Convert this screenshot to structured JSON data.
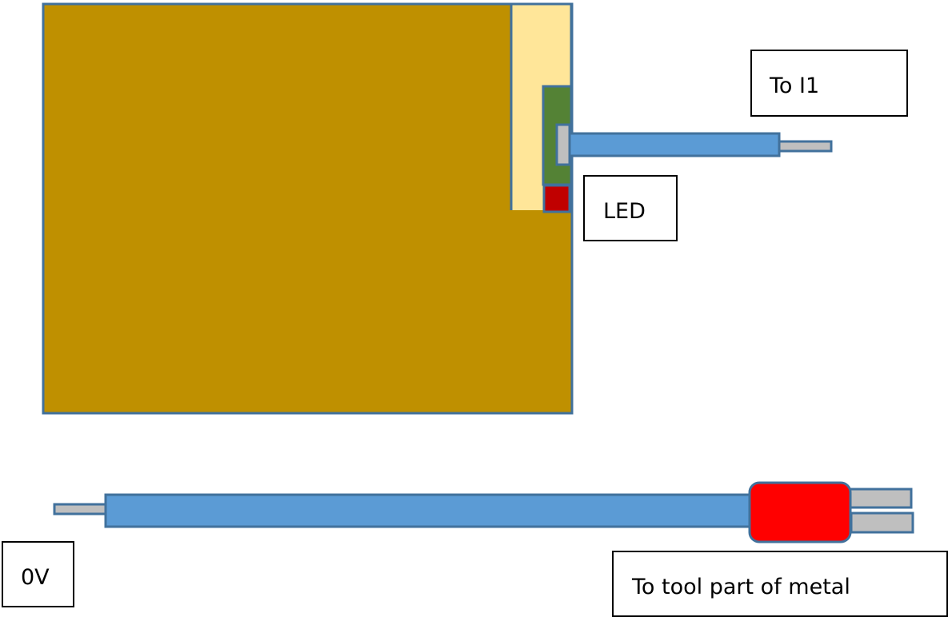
{
  "labels": {
    "to_i1": "To I1",
    "led": "LED",
    "zero_v": "0V",
    "tool": "To tool part of metal"
  },
  "colors": {
    "board": "#bf9000",
    "board_inset": "#ffe699",
    "green_component": "#548235",
    "led": "#c00000",
    "wire_insulation": "#5b9bd5",
    "wire_metal": "#bfbfbf",
    "clip": "#ff0000",
    "outline": "#41719c"
  }
}
